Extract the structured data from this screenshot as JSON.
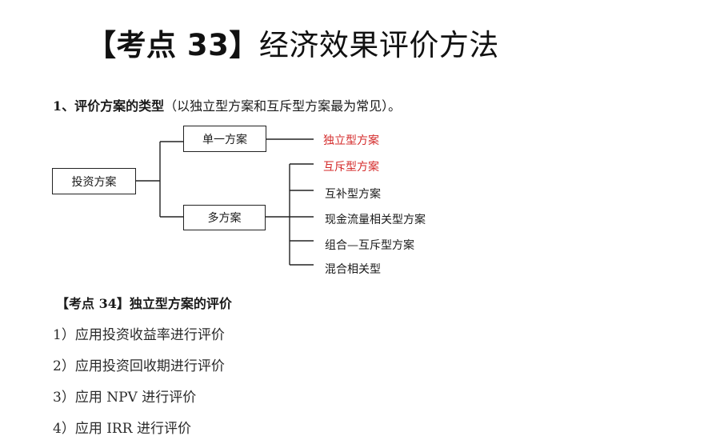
{
  "title": {
    "bracketed": "【考点 33】",
    "rest": "经济效果评价方法"
  },
  "section1": {
    "heading": "1、评价方案的类型",
    "note": "（以独立型方案和互斥型方案最为常见）。"
  },
  "diagram": {
    "root": "投资方案",
    "single": "单一方案",
    "multi": "多方案",
    "single_children": [
      "独立型方案"
    ],
    "multi_children": [
      "互斥型方案",
      "互补型方案",
      "现金流量相关型方案",
      "组合—互斥型方案",
      "混合相关型"
    ],
    "highlight_color": "#d42a2a"
  },
  "section2": {
    "heading": "【考点 34】独立型方案的评价"
  },
  "items": [
    "1）应用投资收益率进行评价",
    "2）应用投资回收期进行评价",
    "3）应用 NPV 进行评价",
    "4）应用 IRR 进行评价"
  ]
}
